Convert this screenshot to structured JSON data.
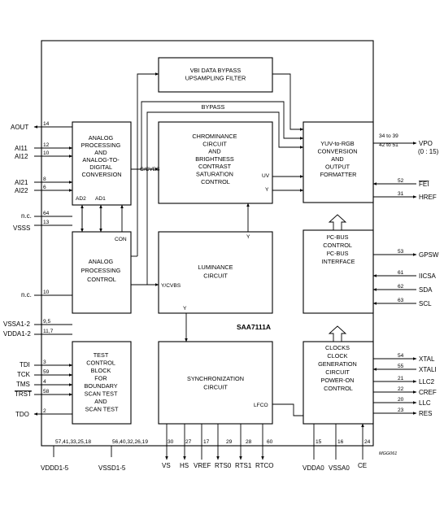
{
  "chip_name": "SAA7111A",
  "figure_ref": "MGG061",
  "blocks": {
    "vbi": [
      "VBI DATA BYPASS",
      "UPSAMPLING FILTER"
    ],
    "analog_processing": [
      "ANALOG",
      "PROCESSING",
      "AND",
      "ANALOG-TO-",
      "DIGITAL",
      "CONVERSION"
    ],
    "analog_control": [
      "ANALOG",
      "PROCESSING",
      "CONTROL"
    ],
    "chroma": [
      "CHROMINANCE",
      "CIRCUIT",
      "AND",
      "BRIGHTNESS",
      "CONTRAST",
      "SATURATION",
      "CONTROL"
    ],
    "luma": [
      "LUMINANCE",
      "CIRCUIT"
    ],
    "yuv": [
      "YUV-to-RGB",
      "CONVERSION",
      "AND",
      "OUTPUT",
      "FORMATTER"
    ],
    "i2c": [
      "I²C-BUS",
      "CONTROL",
      "",
      "I²C-BUS",
      "INTERFACE"
    ],
    "test": [
      "TEST",
      "CONTROL",
      "BLOCK",
      "FOR",
      "BOUNDARY",
      "SCAN TEST",
      "AND",
      "SCAN TEST"
    ],
    "sync": [
      "SYNCHRONIZATION",
      "CIRCUIT"
    ],
    "clock": [
      "CLOCKS",
      "",
      "CLOCK",
      "GENERATION",
      "CIRCUIT",
      "",
      "POWER-ON",
      "CONTROL"
    ]
  },
  "internal_labels": {
    "bypass": "BYPASS",
    "ad2": "AD2",
    "ad1": "AD1",
    "con": "CON",
    "c_cvbs": "C/CVBS",
    "y_cvbs": "Y/CVBS",
    "uv": "UV",
    "y_chroma": "Y",
    "y_luma": "Y",
    "y_sync": "Y",
    "lfco": "LFCO"
  },
  "left_pins": [
    {
      "signal": "AOUT",
      "pin": "14"
    },
    {
      "signal": "AI11",
      "pin": "12"
    },
    {
      "signal": "AI12",
      "pin": "10"
    },
    {
      "signal": "AI21",
      "pin": "8"
    },
    {
      "signal": "AI22",
      "pin": "6"
    },
    {
      "signal": "n.c.",
      "pin": "64"
    },
    {
      "signal": "VSSS",
      "pin": "13"
    },
    {
      "signal": "n.c.",
      "pin": "10"
    },
    {
      "signal": "VSSA1-2",
      "pin": "9,5"
    },
    {
      "signal": "VDDA1-2",
      "pin": "11,7"
    },
    {
      "signal": "TDI",
      "pin": "3"
    },
    {
      "signal": "TCK",
      "pin": "59"
    },
    {
      "signal": "TMS",
      "pin": "4"
    },
    {
      "signal": "TRST",
      "pin": "58"
    },
    {
      "signal": "TDO",
      "pin": "2"
    }
  ],
  "right_pins": [
    {
      "signal": "VPO",
      "signal2": "(0 : 15)",
      "pin": "34 to 39",
      "pin2": "42 to 51"
    },
    {
      "signal": "FEI",
      "pin": "52"
    },
    {
      "signal": "HREF",
      "pin": "31"
    },
    {
      "signal": "GPSW",
      "pin": "53"
    },
    {
      "signal": "IICSA",
      "pin": "61"
    },
    {
      "signal": "SDA",
      "pin": "62"
    },
    {
      "signal": "SCL",
      "pin": "63"
    },
    {
      "signal": "XTAL",
      "pin": "54"
    },
    {
      "signal": "XTALI",
      "pin": "55"
    },
    {
      "signal": "LLC2",
      "pin": "21"
    },
    {
      "signal": "CREF",
      "pin": "22"
    },
    {
      "signal": "LLC",
      "pin": "20"
    },
    {
      "signal": "RES",
      "pin": "23"
    }
  ],
  "bottom_pins": [
    {
      "signal": "VDDD1-5",
      "pin": "57,41,33,25,18"
    },
    {
      "signal": "VSSD1-5",
      "pin": "56,40,32,26,19"
    },
    {
      "signal": "VS",
      "pin": "30"
    },
    {
      "signal": "HS",
      "pin": "27"
    },
    {
      "signal": "VREF",
      "pin": "17"
    },
    {
      "signal": "RTS0",
      "pin": "29"
    },
    {
      "signal": "RTS1",
      "pin": "28"
    },
    {
      "signal": "RTCO",
      "pin": "60"
    },
    {
      "signal": "VDDA0",
      "pin": "15"
    },
    {
      "signal": "VSSA0",
      "pin": "16"
    },
    {
      "signal": "CE",
      "pin": "24"
    }
  ]
}
